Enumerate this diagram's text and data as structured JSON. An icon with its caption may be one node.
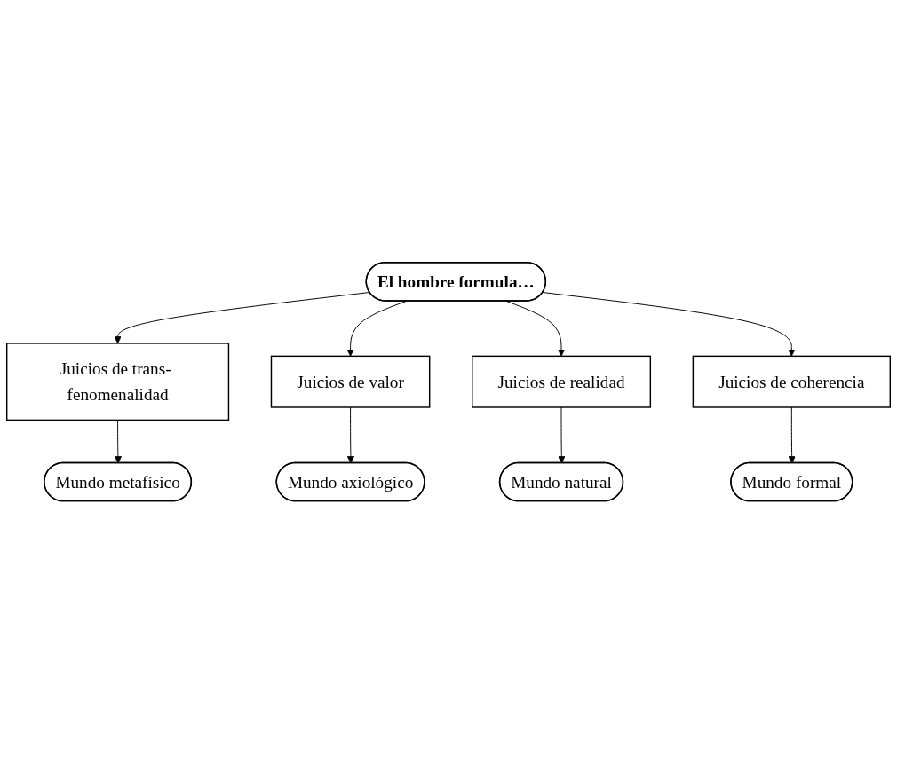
{
  "diagram": {
    "nodes": [
      {
        "text": [
          "Mundo metafísico"
        ]
      },
      {
        "text": [
          "Mundo natural"
        ]
      },
      {
        "text": [
          "Juicios de trans- fenomenalidad"
        ]
      },
      {
        "text": [
          "Juicios de realidad"
        ]
      },
      {
        "text": [
          "El hombre formula…"
        ]
      },
      {
        "text": [
          "Juicios de valor"
        ]
      },
      {
        "text": [
          "Juicios de coherencia"
        ]
      },
      {
        "text": [
          "Mundo axiológico"
        ]
      },
      {
        "text": [
          "Mundo formal"
        ]
      }
    ],
    "edges": [
      {
        "from": 4,
        "to": 2,
        "arrow": "to"
      },
      {
        "from": 4,
        "to": 5,
        "arrow": "to"
      },
      {
        "from": 4,
        "to": 3,
        "arrow": "to"
      },
      {
        "from": 4,
        "to": 6,
        "arrow": "to"
      },
      {
        "from": 2,
        "to": 0,
        "arrow": "to"
      },
      {
        "from": 3,
        "to": 1,
        "arrow": "to"
      },
      {
        "from": 5,
        "to": 7,
        "arrow": "to"
      },
      {
        "from": 6,
        "to": 8,
        "arrow": "to"
      }
    ]
  }
}
